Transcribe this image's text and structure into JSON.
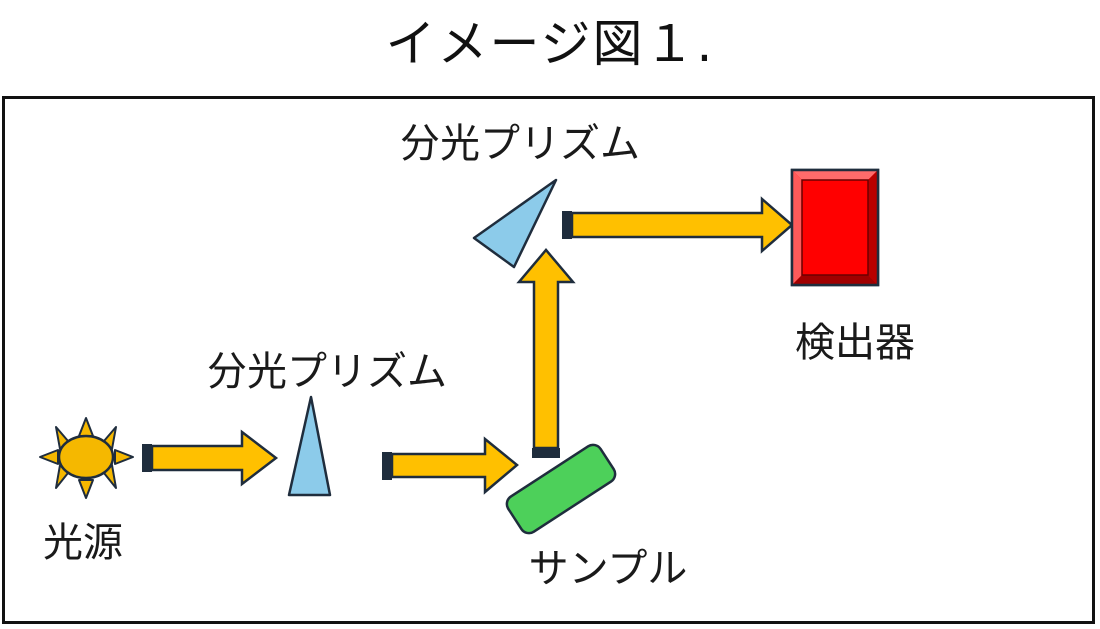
{
  "title": "イメージ図１.",
  "labels": {
    "prism_top": "分光プリズム",
    "prism_left": "分光プリズム",
    "detector": "検出器",
    "light_source": "光源",
    "sample": "サンプル"
  },
  "colors": {
    "arrow_fill": "#FFC000",
    "arrow_stroke": "#1F2D3D",
    "prism_fill": "#8CCBEA",
    "detector_fill": "#FF0000",
    "sample_fill": "#4DD05A",
    "sun_fill": "#F5B800"
  }
}
